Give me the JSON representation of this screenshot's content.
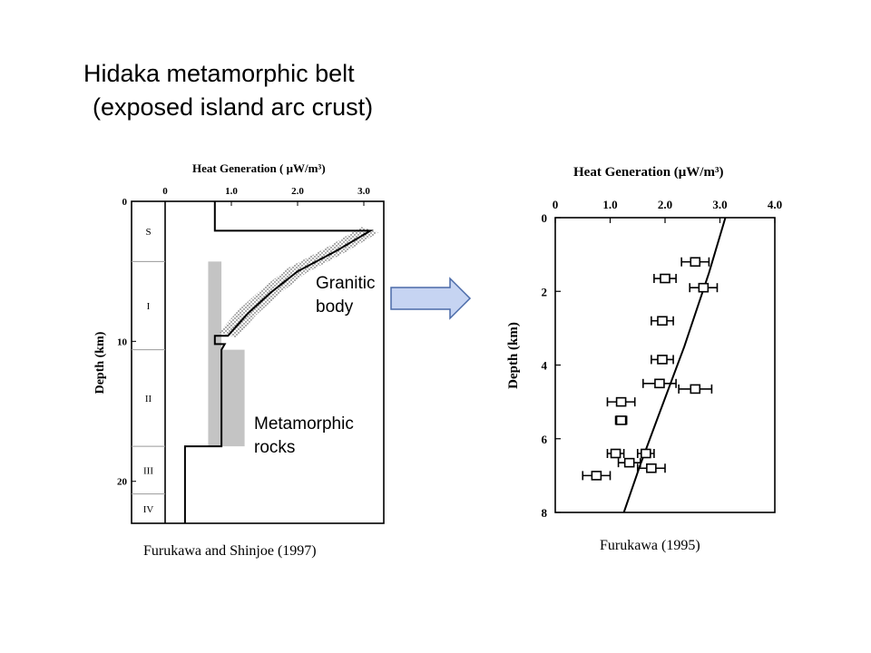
{
  "slide": {
    "title": "Hidaka metamorphic belt",
    "subtitle": "(exposed island arc crust)"
  },
  "annotations": {
    "granitic": [
      "Granitic",
      "body"
    ],
    "metamorphic": [
      "Metamorphic",
      "rocks"
    ]
  },
  "colors": {
    "arrow_fill": "#c6d4f2",
    "arrow_stroke": "#4a6aa8",
    "band_gray": "#c4c4c4"
  },
  "chart_data": [
    {
      "type": "line",
      "title": "Heat Generation ( μW/m³)",
      "xlabel": "",
      "ylabel": "Depth (km)",
      "caption": "Furukawa and Shinjoe (1997)",
      "xlim": [
        0,
        3.3
      ],
      "ylim": [
        0,
        23
      ],
      "y_inverted": true,
      "x_ticks": [
        "0",
        "1.0",
        "2.0",
        "3.0"
      ],
      "x_tick_values": [
        0,
        1,
        2,
        3
      ],
      "y_ticks": [
        "0",
        "10",
        "20"
      ],
      "y_tick_values": [
        0,
        10,
        20
      ],
      "units": [
        {
          "label": "S",
          "top": 0,
          "bottom": 4.3
        },
        {
          "label": "I",
          "top": 4.3,
          "bottom": 10.6
        },
        {
          "label": "II",
          "top": 10.6,
          "bottom": 17.5
        },
        {
          "label": "III",
          "top": 17.5,
          "bottom": 20.9
        },
        {
          "label": "IV",
          "top": 20.9,
          "bottom": 23
        }
      ],
      "profile": {
        "name": "",
        "points": [
          [
            0.75,
            0
          ],
          [
            0.75,
            2.1
          ],
          [
            3.1,
            2.1
          ],
          [
            2.6,
            3.5
          ],
          [
            2.0,
            5.0
          ],
          [
            1.6,
            6.5
          ],
          [
            1.25,
            8.0
          ],
          [
            0.95,
            9.6
          ],
          [
            0.75,
            9.6
          ],
          [
            0.75,
            10.2
          ],
          [
            0.9,
            10.2
          ],
          [
            0.85,
            10.6
          ],
          [
            0.85,
            17.5
          ],
          [
            0.3,
            17.5
          ],
          [
            0.3,
            23
          ]
        ]
      },
      "metamorphic_bands": [
        {
          "x0": 0.65,
          "x1": 0.85,
          "y0": 4.3,
          "y1": 17.5
        },
        {
          "x0": 0.85,
          "x1": 1.2,
          "y0": 10.6,
          "y1": 17.5
        }
      ]
    },
    {
      "type": "scatter",
      "title": "Heat Generation (μW/m³)",
      "xlabel": "",
      "ylabel": "Depth (km)",
      "caption": "Furukawa (1995)",
      "xlim": [
        0,
        4.0
      ],
      "ylim": [
        0,
        8
      ],
      "y_inverted": true,
      "x_ticks": [
        "0",
        "1.0",
        "2.0",
        "3.0",
        "4.0"
      ],
      "x_tick_values": [
        0,
        1,
        2,
        3,
        4
      ],
      "y_ticks": [
        "0",
        "2",
        "4",
        "6",
        "8"
      ],
      "y_tick_values": [
        0,
        2,
        4,
        6,
        8
      ],
      "points": [
        {
          "depth": 1.2,
          "value": 2.55,
          "err": 0.25
        },
        {
          "depth": 1.65,
          "value": 2.0,
          "err": 0.2
        },
        {
          "depth": 1.9,
          "value": 2.7,
          "err": 0.25
        },
        {
          "depth": 2.8,
          "value": 1.95,
          "err": 0.2
        },
        {
          "depth": 3.85,
          "value": 1.95,
          "err": 0.2
        },
        {
          "depth": 4.5,
          "value": 1.9,
          "err": 0.3
        },
        {
          "depth": 4.65,
          "value": 2.55,
          "err": 0.3
        },
        {
          "depth": 5.0,
          "value": 1.2,
          "err": 0.25
        },
        {
          "depth": 5.5,
          "value": 1.2,
          "err": 0.1
        },
        {
          "depth": 6.4,
          "value": 1.1,
          "err": 0.15
        },
        {
          "depth": 6.4,
          "value": 1.65,
          "err": 0.15
        },
        {
          "depth": 6.65,
          "value": 1.35,
          "err": 0.2
        },
        {
          "depth": 6.8,
          "value": 1.75,
          "err": 0.25
        },
        {
          "depth": 7.0,
          "value": 0.75,
          "err": 0.25
        }
      ],
      "trend": {
        "name": "",
        "points": [
          [
            3.1,
            0
          ],
          [
            2.8,
            1.5
          ],
          [
            2.35,
            3.5
          ],
          [
            1.85,
            5.5
          ],
          [
            1.55,
            6.7
          ],
          [
            1.25,
            8
          ]
        ]
      }
    }
  ]
}
